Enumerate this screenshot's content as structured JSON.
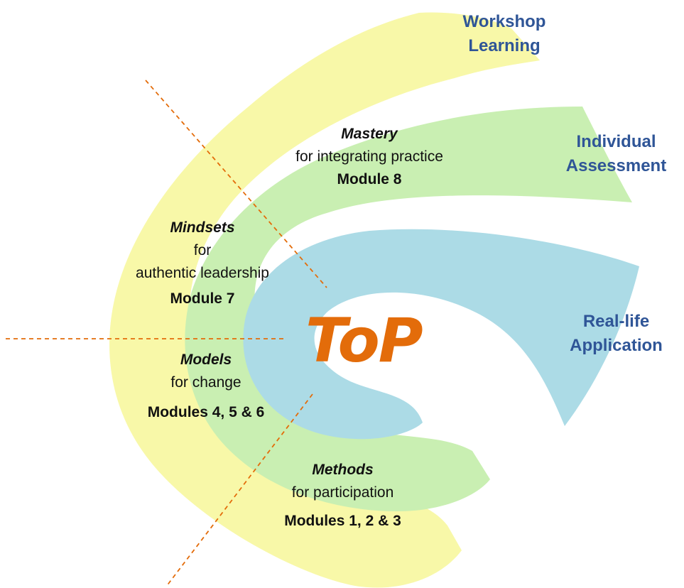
{
  "bands": {
    "workshop": {
      "line1": "Workshop",
      "line2": "Learning"
    },
    "assessment": {
      "line1": "Individual",
      "line2": "Assessment"
    },
    "application": {
      "line1": "Real-life",
      "line2": "Application"
    }
  },
  "center_logo": "ToP",
  "sections": {
    "mastery": {
      "title": "Mastery",
      "subtitle": "for integrating practice",
      "module": "Module 8"
    },
    "mindsets": {
      "title": "Mindsets",
      "subtitle_1": "for",
      "subtitle_2": "authentic leadership",
      "module": "Module 7"
    },
    "models": {
      "title": "Models",
      "subtitle": "for change",
      "module": "Modules 4, 5 & 6"
    },
    "methods": {
      "title": "Methods",
      "subtitle": "for participation",
      "module": "Modules 1, 2 & 3"
    }
  },
  "colors": {
    "workshop_band": "#f8f8a8",
    "assessment_band": "#c9efb2",
    "application_band": "#acdbe6",
    "divider": "#e36c0a",
    "logo": "#e36c0a",
    "band_label": "#2f5597"
  }
}
